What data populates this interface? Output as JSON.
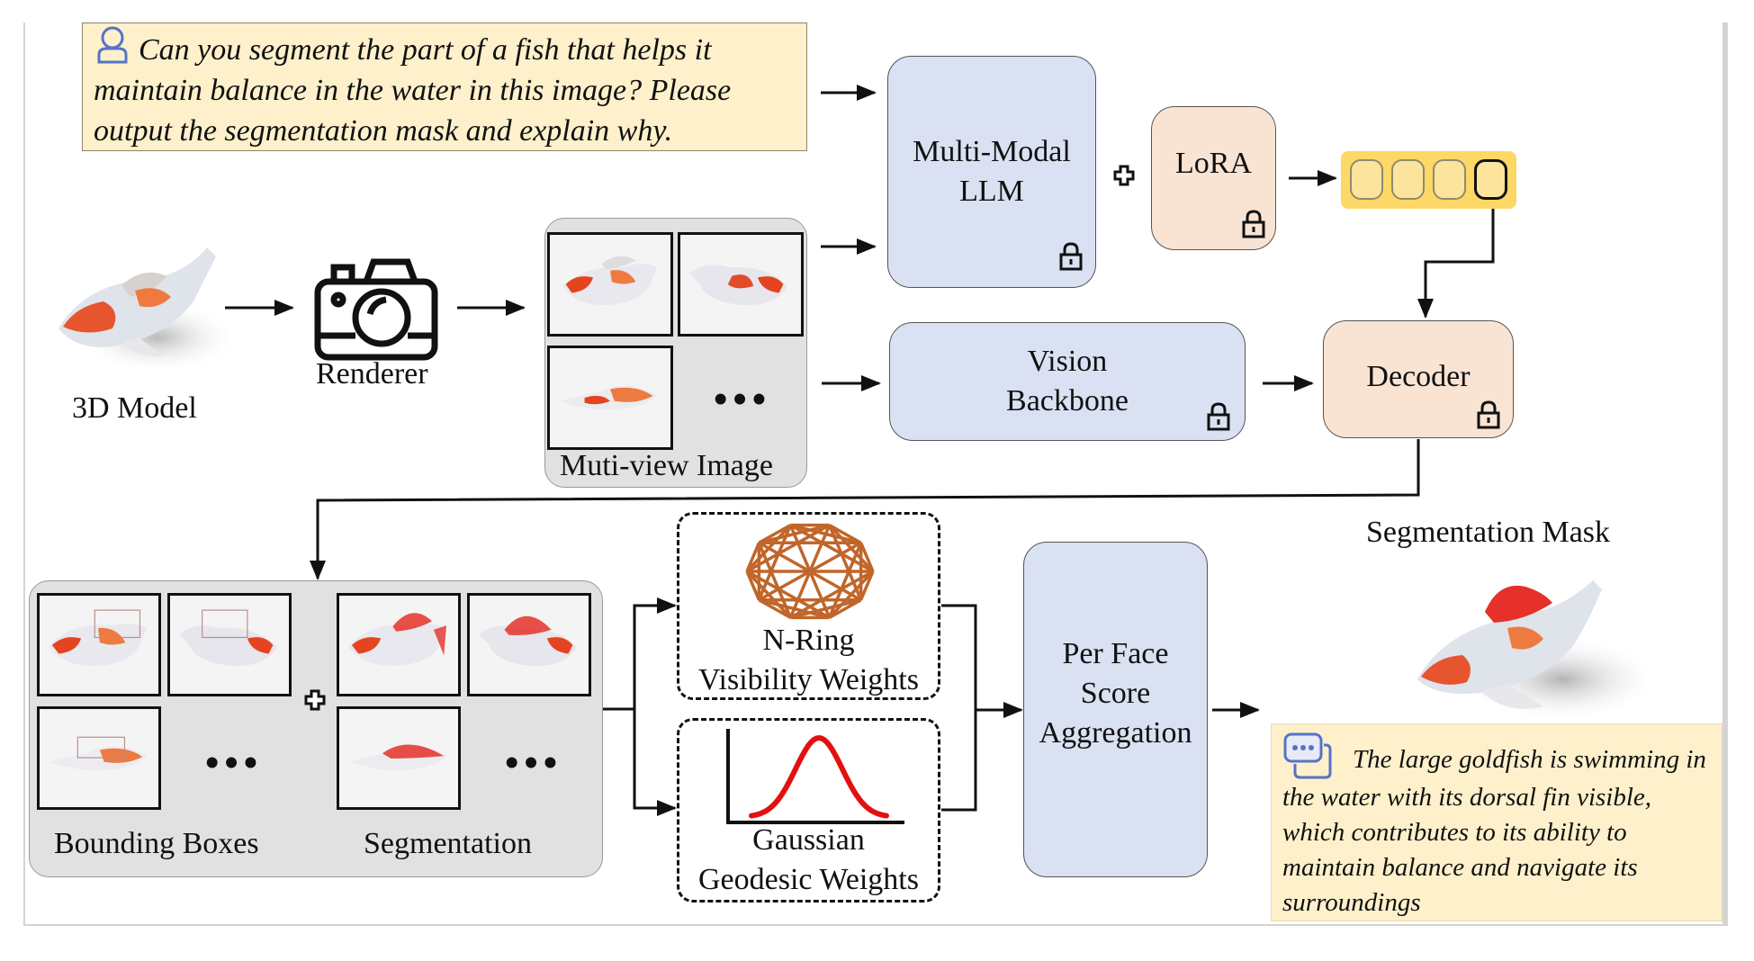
{
  "query": {
    "icon": "user-icon",
    "text": "Can you segment the part of a fish that helps it maintain balance in the water in this image? Please output the segmentation mask and explain why."
  },
  "pipeline": {
    "model_label": "3D Model",
    "renderer_label": "Renderer",
    "multiview_label": "Muti-view Image",
    "ellipsis": "•••",
    "llm_label": [
      "Multi-Modal",
      "LLM"
    ],
    "lora_label": "LoRA",
    "vision_label": [
      "Vision",
      "Backbone"
    ],
    "decoder_label": "Decoder",
    "plus_symbol": "✚",
    "token_count": 4,
    "lock_icon": "lock-icon"
  },
  "projection": {
    "bbox_label": "Bounding Boxes",
    "seg_label": "Segmentation",
    "nring_label": [
      "N-Ring",
      "Visibility Weights"
    ],
    "gaussian_label": [
      "Gaussian",
      "Geodesic Weights"
    ],
    "aggregation_label": [
      "Per Face",
      "Score",
      "Aggregation"
    ]
  },
  "output": {
    "mask_label": "Segmentation Mask",
    "answer_icon": "chat-bubbles-icon",
    "answer_text": "The large goldfish is swimming in the water with its dorsal fin visible, which contributes to its ability to maintain balance and navigate its surroundings"
  },
  "colors": {
    "query_bg": "#fdf0cb",
    "blue_module": "#d9e1f2",
    "peach_module": "#f9e4d4",
    "token_bg": "#fdd866",
    "mesh": "#c0662a",
    "gaussian": "#e31010",
    "mask": "#e5312a"
  }
}
